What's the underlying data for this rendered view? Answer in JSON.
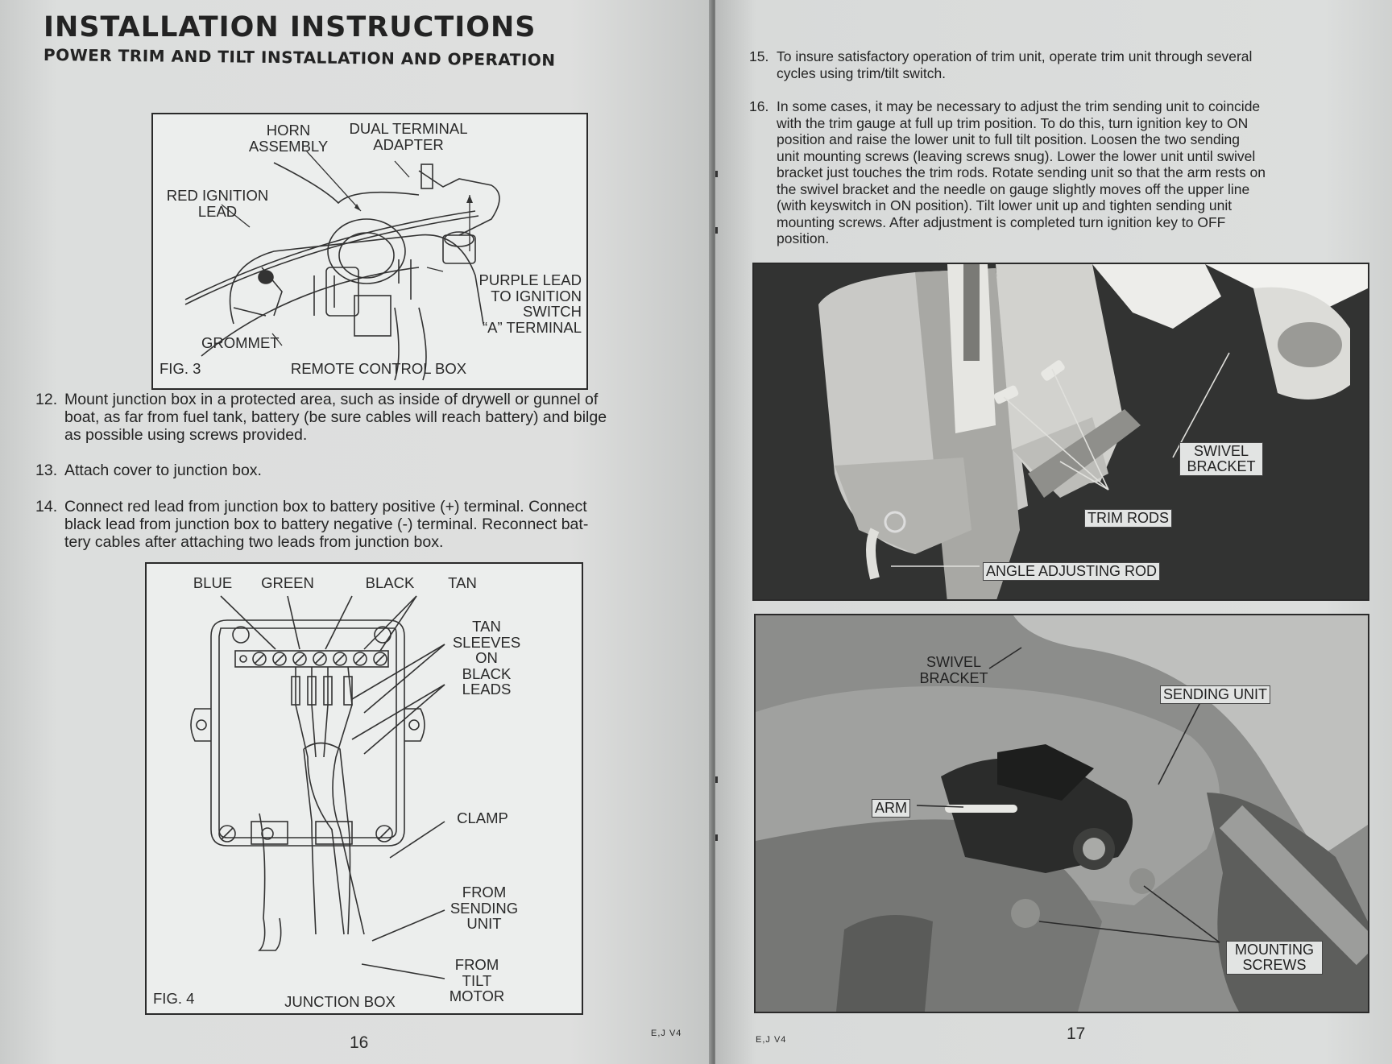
{
  "left_page": {
    "title": "INSTALLATION INSTRUCTIONS",
    "subtitle": "POWER TRIM AND TILT INSTALLATION AND OPERATION",
    "fig3": {
      "labels": {
        "horn": "HORN",
        "assembly": "ASSEMBLY",
        "dual_terminal": "DUAL TERMINAL",
        "adapter": "ADAPTER",
        "red_ignition": "RED IGNITION",
        "lead": "LEAD",
        "purple_lead": "PURPLE LEAD",
        "to_ignition": "TO IGNITION",
        "switch": "SWITCH",
        "a_terminal": "“A” TERMINAL",
        "grommet": "GROMMET",
        "fig_no": "FIG. 3",
        "caption": "REMOTE CONTROL BOX"
      }
    },
    "steps": [
      {
        "num": "12.",
        "lines": [
          "Mount junction box in a protected area, such as inside of drywell or gunnel of",
          "boat, as far from fuel tank, battery (be sure cables will reach battery) and bilge",
          "as possible using screws provided."
        ]
      },
      {
        "num": "13.",
        "lines": [
          "Attach cover to junction box."
        ]
      },
      {
        "num": "14.",
        "lines": [
          "Connect red lead from junction box to battery positive (+) terminal. Connect",
          "black lead from junction box to battery negative (-) terminal. Reconnect bat-",
          "tery cables after attaching two leads from junction box."
        ]
      }
    ],
    "fig4": {
      "labels": {
        "blue": "BLUE",
        "green": "GREEN",
        "black": "BLACK",
        "tan": "TAN",
        "tan_sleeves": "TAN",
        "sleeves": "SLEEVES",
        "on": "ON",
        "black2": "BLACK",
        "leads": "LEADS",
        "clamp": "CLAMP",
        "from1": "FROM",
        "sending": "SENDING",
        "unit": "UNIT",
        "from2": "FROM",
        "tilt": "TILT",
        "motor": "MOTOR",
        "fig_no": "FIG. 4",
        "caption": "JUNCTION BOX"
      }
    },
    "page_number": "16",
    "code": "E,J V4"
  },
  "right_page": {
    "steps": [
      {
        "num": "15.",
        "lines": [
          "To insure satisfactory operation of trim unit, operate trim unit through several",
          "cycles using trim/tilt switch."
        ]
      },
      {
        "num": "16.",
        "lines": [
          "In some cases, it may be necessary to adjust the trim sending unit to coincide",
          "with the trim gauge at full up trim position. To do this, turn ignition key to ON",
          "position and raise the lower unit to full tilt position. Loosen the two sending",
          "unit mounting screws (leaving screws snug). Lower the lower unit until swivel",
          "bracket just touches the trim rods. Rotate sending unit so that the arm rests on",
          "the swivel bracket and the needle on gauge slightly moves off the upper line",
          "(with keyswitch in ON position). Tilt lower unit up and tighten sending unit",
          "mounting screws. After adjustment is completed turn ignition key to OFF",
          "position."
        ]
      }
    ],
    "photo1": {
      "swivel_bracket_1": "SWIVEL",
      "swivel_bracket_2": "BRACKET",
      "trim_rods": "TRIM RODS",
      "angle_adjusting_rod": "ANGLE ADJUSTING ROD"
    },
    "photo2": {
      "swivel_1": "SWIVEL",
      "swivel_2": "BRACKET",
      "sending_unit": "SENDING UNIT",
      "arm": "ARM",
      "mounting_1": "MOUNTING",
      "mounting_2": "SCREWS"
    },
    "page_number": "17",
    "code": "E,J V4"
  }
}
